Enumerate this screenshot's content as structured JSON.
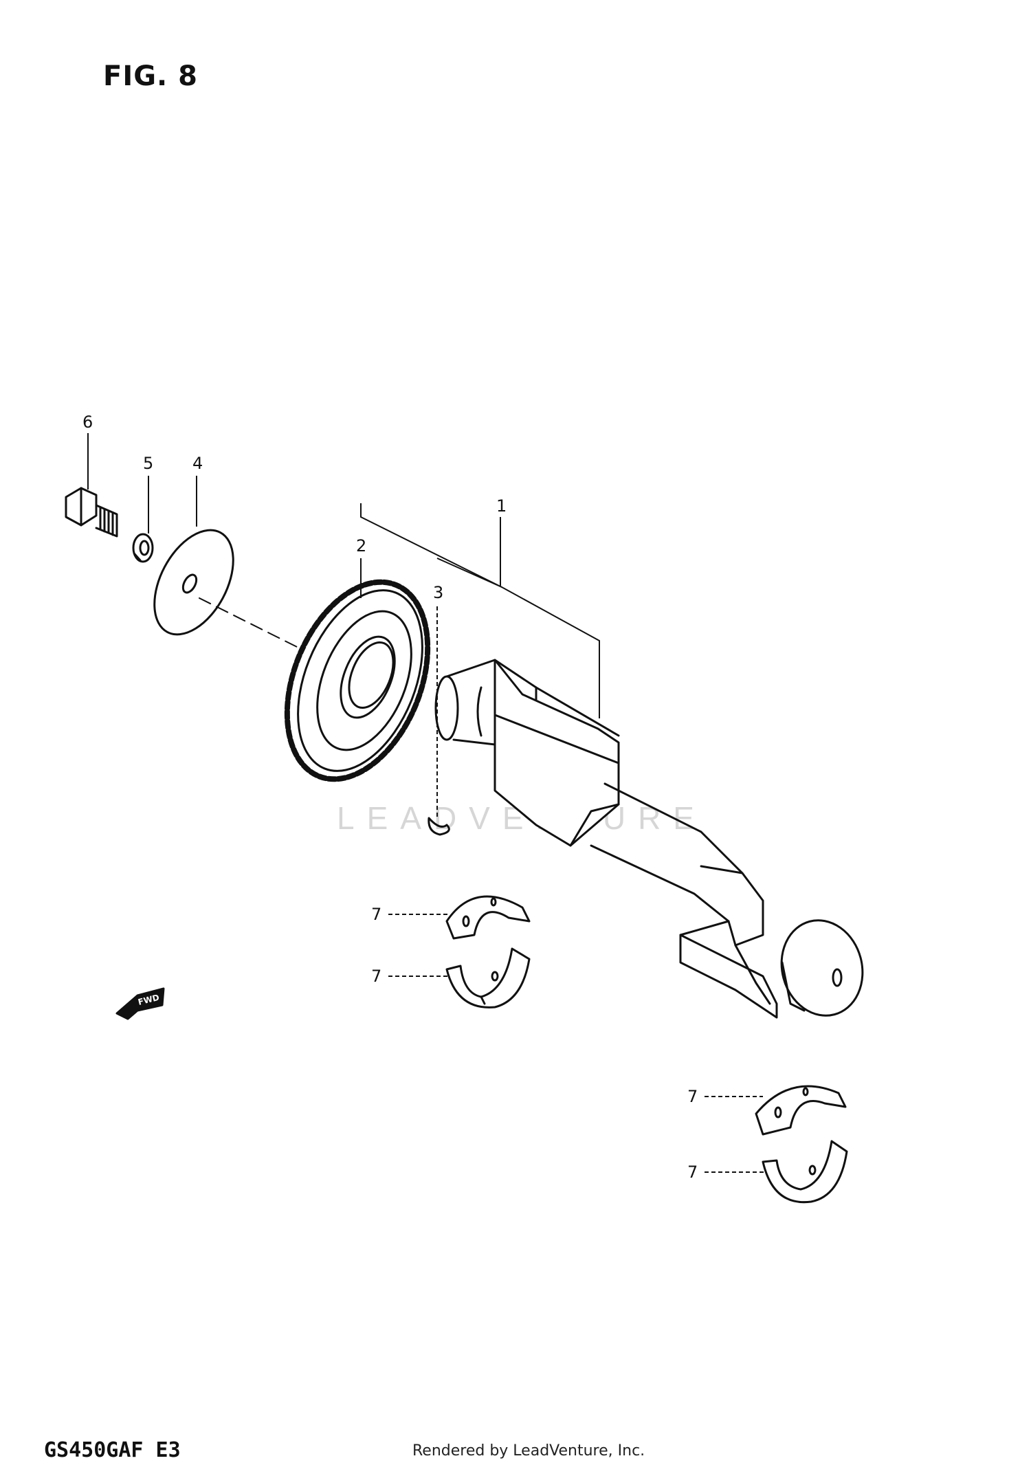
{
  "figure_label": "FIG. 8",
  "model_code": "GS450GAF E3",
  "footer_credit": "Rendered by LeadVenture, Inc.",
  "watermark_text": "LEADVENTURE",
  "fwd_arrow_label": "FWD",
  "callouts": {
    "c1": "1",
    "c2": "2",
    "c3": "3",
    "c4": "4",
    "c5": "5",
    "c6": "6",
    "c7a": "7",
    "c7b": "7",
    "c7c": "7",
    "c7d": "7"
  }
}
